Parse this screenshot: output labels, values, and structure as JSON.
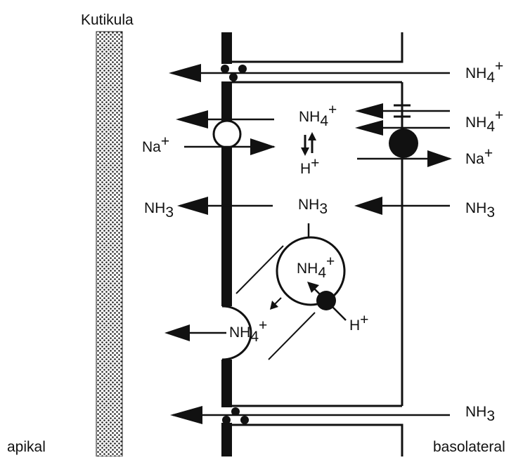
{
  "labels": {
    "cuticle": "Kutikula",
    "apical": "apikal",
    "basolateral": "basolateral",
    "na_plus": "Na",
    "h_plus": "H",
    "nh3": "NH",
    "nh3_sub": "3",
    "nh4": "NH",
    "nh4_sub": "4",
    "plus": "+"
  },
  "colors": {
    "ink": "#111111",
    "background": "#ffffff",
    "cuticle_dots": "#222222"
  },
  "icons": {
    "symporter": "open-circle-transporter",
    "antiporter": "filled-circle-transporter",
    "tight_junction": "three-dot-junction",
    "channel": "ion-channel-bars",
    "vesicle": "vesicle-circle"
  }
}
